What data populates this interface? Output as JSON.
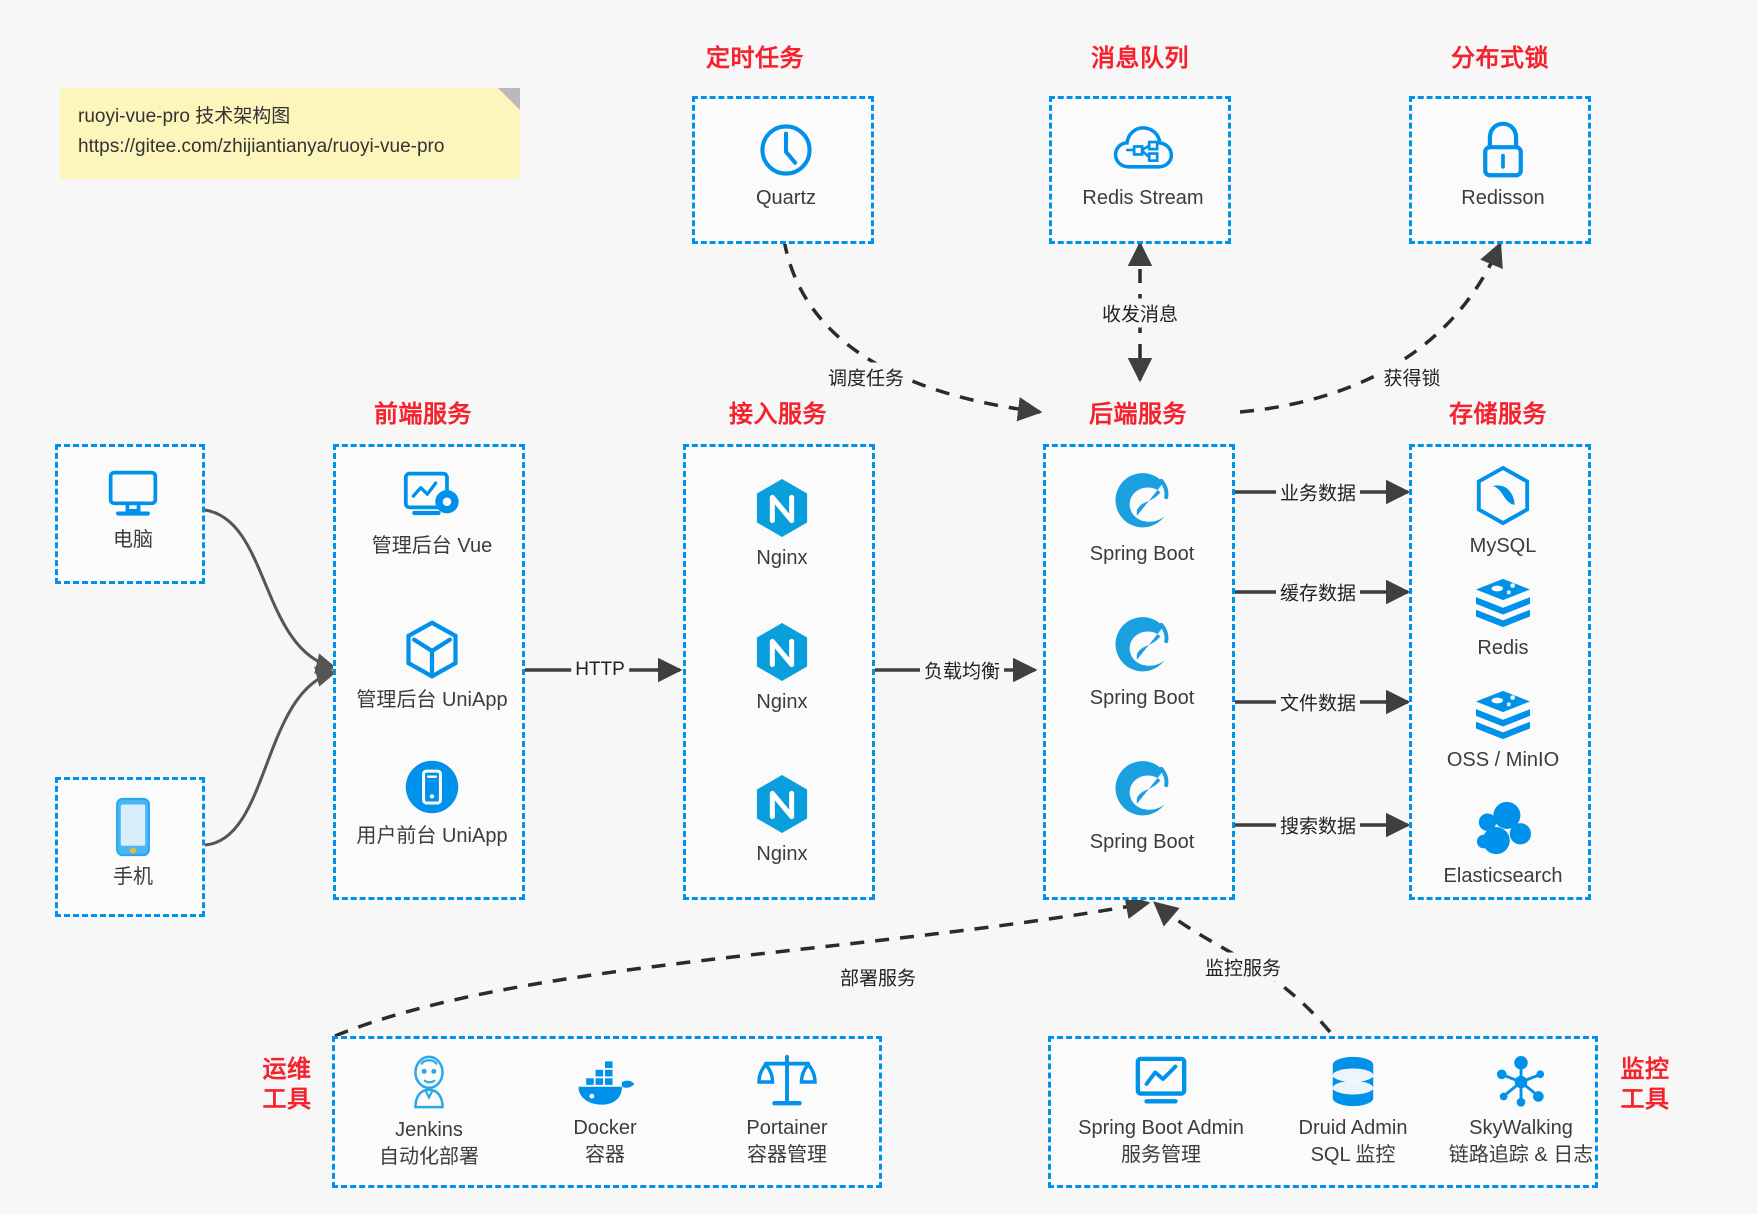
{
  "note": {
    "line1": "ruoyi-vue-pro 技术架构图",
    "line2": "https://gitee.com/zhijiantianya/ruoyi-vue-pro"
  },
  "colors": {
    "accent_blue": "#0091ea",
    "title_red": "#f5222d",
    "background": "#f7f7f7",
    "note_yellow": "#fcf6bd",
    "arrow_dark": "#3f3f3f"
  },
  "groups": {
    "scheduled_task": {
      "title": "定时任务"
    },
    "message_queue": {
      "title": "消息队列"
    },
    "distributed_lock": {
      "title": "分布式锁"
    },
    "frontend": {
      "title": "前端服务"
    },
    "gateway": {
      "title": "接入服务"
    },
    "backend": {
      "title": "后端服务"
    },
    "storage": {
      "title": "存储服务"
    },
    "devops": {
      "title": "运维\n工具",
      "title_l1": "运维",
      "title_l2": "工具"
    },
    "monitor": {
      "title": "监控\n工具",
      "title_l1": "监控",
      "title_l2": "工具"
    }
  },
  "nodes": {
    "quartz": {
      "label": "Quartz",
      "icon": "clock-icon"
    },
    "redis_stream": {
      "label": "Redis Stream",
      "icon": "cloud-stream-icon"
    },
    "redisson": {
      "label": "Redisson",
      "icon": "lock-icon"
    },
    "computer": {
      "label": "电脑",
      "icon": "desktop-icon"
    },
    "phone": {
      "label": "手机",
      "icon": "mobile-icon"
    },
    "admin_vue": {
      "label": "管理后台 Vue",
      "icon": "dashboard-icon"
    },
    "admin_uniapp": {
      "label": "管理后台 UniApp",
      "icon": "cube-icon"
    },
    "user_uniapp": {
      "label": "用户前台 UniApp",
      "icon": "phone-circle-icon"
    },
    "nginx_1": {
      "label": "Nginx",
      "icon": "nginx-icon"
    },
    "nginx_2": {
      "label": "Nginx",
      "icon": "nginx-icon"
    },
    "nginx_3": {
      "label": "Nginx",
      "icon": "nginx-icon"
    },
    "springboot_1": {
      "label": "Spring Boot",
      "icon": "spring-icon"
    },
    "springboot_2": {
      "label": "Spring Boot",
      "icon": "spring-icon"
    },
    "springboot_3": {
      "label": "Spring Boot",
      "icon": "spring-icon"
    },
    "mysql": {
      "label": "MySQL",
      "icon": "mysql-icon"
    },
    "redis": {
      "label": "Redis",
      "icon": "redis-icon"
    },
    "oss": {
      "label": "OSS / MinIO",
      "icon": "redis-icon"
    },
    "elasticsearch": {
      "label": "Elasticsearch",
      "icon": "elasticsearch-icon"
    },
    "jenkins": {
      "label": "Jenkins",
      "sub": "自动化部署",
      "icon": "jenkins-icon"
    },
    "docker": {
      "label": "Docker",
      "sub": "容器",
      "icon": "docker-icon"
    },
    "portainer": {
      "label": "Portainer",
      "sub": "容器管理",
      "icon": "scale-icon"
    },
    "sba": {
      "label": "Spring Boot Admin",
      "sub": "服务管理",
      "icon": "monitor-chart-icon"
    },
    "druid": {
      "label": "Druid Admin",
      "sub": "SQL 监控",
      "icon": "database-icon"
    },
    "skywalking": {
      "label": "SkyWalking",
      "sub": "链路追踪 & 日志",
      "icon": "network-icon"
    }
  },
  "edges": {
    "http": "HTTP",
    "load_balance": "负载均衡",
    "schedule_task": "调度任务",
    "send_receive_message": "收发消息",
    "acquire_lock": "获得锁",
    "business_data": "业务数据",
    "cache_data": "缓存数据",
    "file_data": "文件数据",
    "search_data": "搜索数据",
    "deploy_service": "部署服务",
    "monitor_service": "监控服务"
  }
}
